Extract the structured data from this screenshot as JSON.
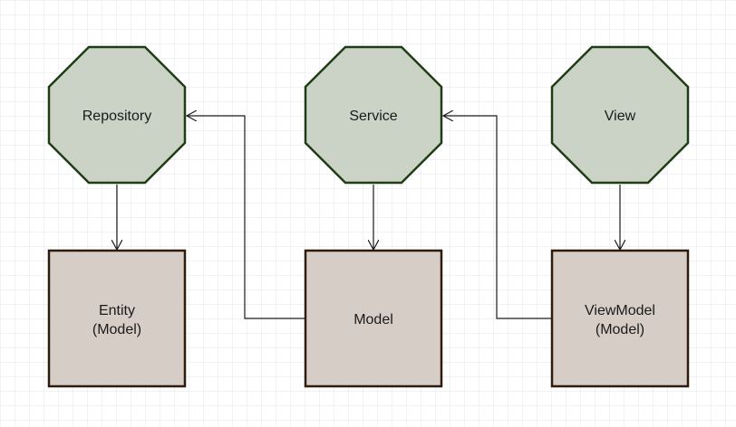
{
  "colors": {
    "background": "#ffffff",
    "grid": "#e4e4ee",
    "octagon_fill": "#cbd3c6",
    "octagon_stroke": "#1f3d14",
    "box_fill": "#d5cdc6",
    "box_stroke": "#2f1b0e",
    "edge": "#1a1a1a"
  },
  "nodes": {
    "repository": {
      "label": "Repository",
      "shape": "octagon"
    },
    "service": {
      "label": "Service",
      "shape": "octagon"
    },
    "view": {
      "label": "View",
      "shape": "octagon"
    },
    "entity": {
      "label_line1": "Entity",
      "label_line2": "(Model)",
      "shape": "rectangle"
    },
    "model": {
      "label": "Model",
      "shape": "rectangle"
    },
    "viewmodel": {
      "label_line1": "ViewModel",
      "label_line2": "(Model)",
      "shape": "rectangle"
    }
  },
  "edges": [
    {
      "from": "repository",
      "to": "entity"
    },
    {
      "from": "service",
      "to": "model"
    },
    {
      "from": "view",
      "to": "viewmodel"
    },
    {
      "from": "model",
      "to": "repository"
    },
    {
      "from": "viewmodel",
      "to": "service"
    }
  ]
}
